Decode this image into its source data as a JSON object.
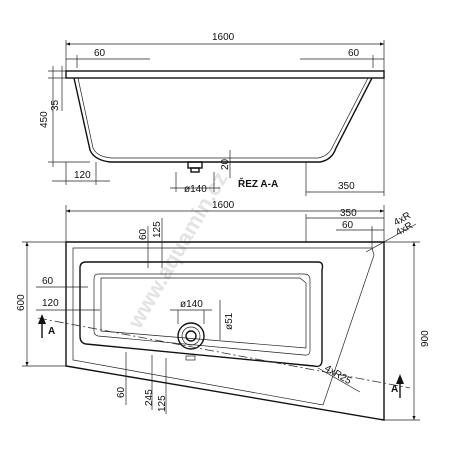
{
  "watermark": "www.aquamin.cz",
  "section_view": {
    "title": "ŘEZ A-A",
    "dims": {
      "overall_width": "1600",
      "rim_left": "60",
      "rim_right": "60",
      "rim_height": "35",
      "total_height": "450",
      "bottom_left": "120",
      "drain_diameter": "ø140",
      "drain_height": "20",
      "right_offset": "350"
    }
  },
  "plan_view": {
    "section_marker": "A",
    "dims": {
      "overall_width": "1600",
      "top_right_350": "350",
      "top_right_60": "60",
      "top_60": "60",
      "top_125": "125",
      "corner_radius_1": "4xR",
      "corner_radius_2": "4xR",
      "depth_left": "600",
      "depth_right": "900",
      "left_60": "60",
      "left_120": "120",
      "drain_diameter": "ø140",
      "drain_offset": "ø51",
      "bottom_60": "60",
      "bottom_245": "245",
      "bottom_125": "125",
      "bottom_radius": "4xR25"
    }
  }
}
